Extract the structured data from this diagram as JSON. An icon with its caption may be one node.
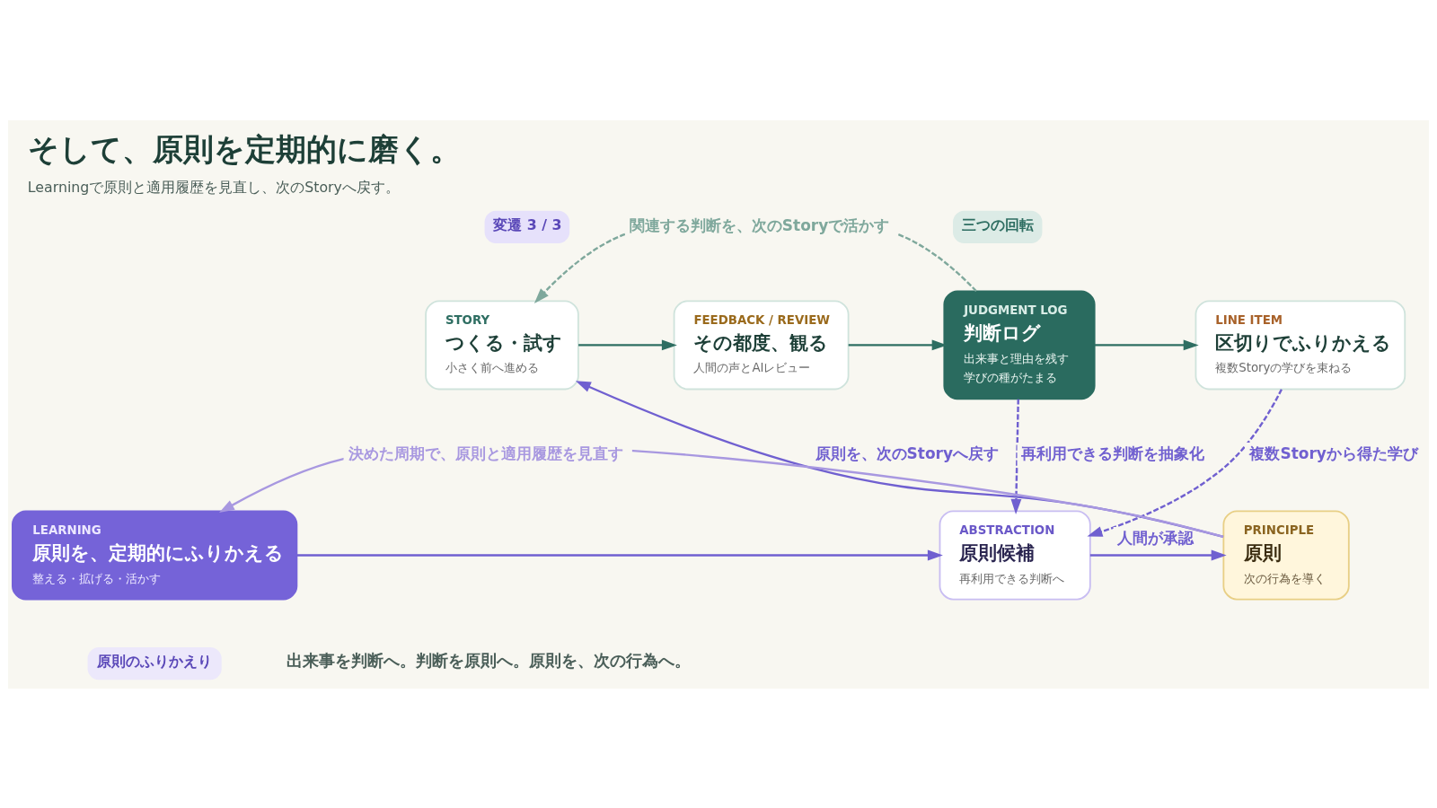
{
  "diagram": {
    "title": "そして、原則を定期的に磨く。",
    "caption": "Learningで原則と適用履歴を見直し、次のStoryへ戻す。",
    "nodes": [
      {
        "text": [
          "STORY",
          "つくる・試す",
          "小さく前へ進める"
        ]
      },
      {
        "text": [
          "FEEDBACK / REVIEW",
          "その都度、観る",
          "人間の声とAIレビュー"
        ]
      },
      {
        "text": [
          "JUDGMENT LOG",
          "判断ログ",
          "出来事と理由を残す",
          "学びの種がたまる"
        ]
      },
      {
        "text": [
          "LINE ITEM",
          "区切りでふりかえる",
          "複数Storyの学びを束ねる"
        ]
      },
      {
        "text": [
          "LEARNING",
          "原則を、定期的にふりかえる",
          "整える・拡げる・活かす"
        ]
      },
      {
        "text": [
          "ABSTRACTION",
          "原則候補",
          "再利用できる判断へ"
        ]
      },
      {
        "text": [
          "PRINCIPLE",
          "原則",
          "次の行為を導く"
        ]
      }
    ],
    "edges": [
      {
        "from": 0,
        "to": 1,
        "arrow": "to",
        "color": "#2e6e62"
      },
      {
        "from": 1,
        "to": 2,
        "arrow": "to",
        "color": "#2e6e62"
      },
      {
        "from": 2,
        "to": 3,
        "arrow": "to",
        "color": "#2e6e62"
      },
      {
        "from": 2,
        "to": 0,
        "arrow": "to",
        "label": "関連する判断を、次のStoryで活かす",
        "style": "dashed",
        "color": "#7fa89c"
      },
      {
        "from": 2,
        "to": 5,
        "arrow": "to",
        "label": "再利用できる判断を抽象化",
        "style": "dashed"
      },
      {
        "from": 3,
        "to": 5,
        "arrow": "to",
        "label": "複数Storyから得た学び",
        "style": "dashed"
      },
      {
        "from": 4,
        "to": 5,
        "arrow": "to"
      },
      {
        "from": 5,
        "to": 6,
        "arrow": "to",
        "label": "人間が承認"
      },
      {
        "from": 6,
        "to": 4,
        "arrow": "to",
        "label": "決めた周期で、原則と適用履歴を見直す",
        "color": "#a898e0"
      },
      {
        "from": 6,
        "to": 0,
        "arrow": "to",
        "label": "原則を、次のStoryへ戻す"
      }
    ],
    "labels": [
      "変遷 3 / 3",
      "三つの回転",
      "原則のふりかえり",
      "出来事を判断へ。判断を原則へ。原則を、次の行為へ。"
    ]
  }
}
